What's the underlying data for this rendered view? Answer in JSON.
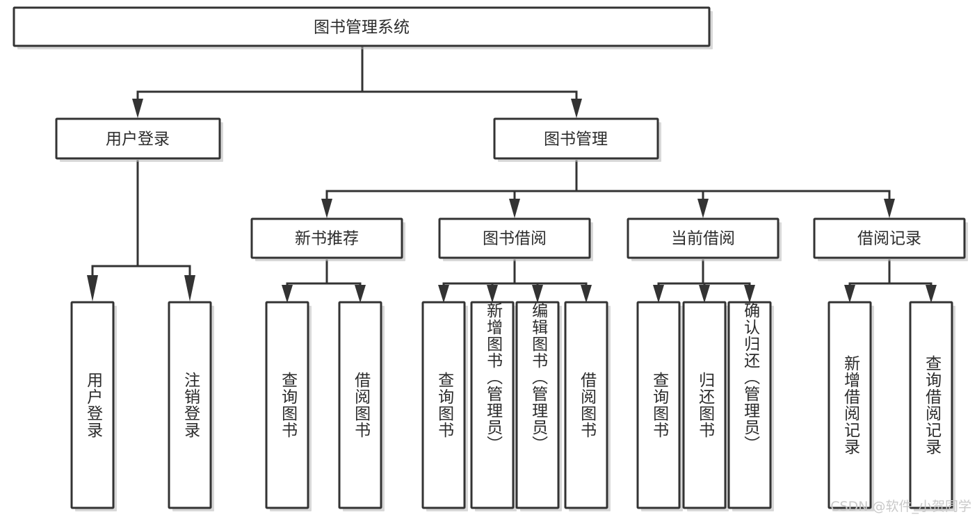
{
  "diagram": {
    "type": "tree",
    "title": "图书管理系统",
    "root": {
      "id": "root",
      "label": "图书管理系统"
    },
    "level2": [
      {
        "id": "user-login",
        "label": "用户登录"
      },
      {
        "id": "book-manage",
        "label": "图书管理"
      }
    ],
    "level3": [
      {
        "id": "new-book-recommend",
        "label": "新书推荐"
      },
      {
        "id": "book-borrow",
        "label": "图书借阅"
      },
      {
        "id": "current-borrow",
        "label": "当前借阅"
      },
      {
        "id": "borrow-record",
        "label": "借阅记录"
      }
    ],
    "leaves": {
      "user_login": [
        {
          "id": "leaf-user-login",
          "label": "用户登录"
        },
        {
          "id": "leaf-logout-login",
          "label": "注销登录"
        }
      ],
      "new_book_recommend": [
        {
          "id": "leaf-query-book-1",
          "label": "查询图书"
        },
        {
          "id": "leaf-borrow-book-1",
          "label": "借阅图书"
        }
      ],
      "book_borrow": [
        {
          "id": "leaf-query-book-2",
          "label": "查询图书"
        },
        {
          "id": "leaf-add-book",
          "label": "新增图书（管理员）"
        },
        {
          "id": "leaf-edit-book",
          "label": "编辑图书（管理员）"
        },
        {
          "id": "leaf-borrow-book-2",
          "label": "借阅图书"
        }
      ],
      "current_borrow": [
        {
          "id": "leaf-query-book-3",
          "label": "查询图书"
        },
        {
          "id": "leaf-return-book",
          "label": "归还图书"
        },
        {
          "id": "leaf-confirm-return",
          "label": "确认归还（管理员）"
        }
      ],
      "borrow_record": [
        {
          "id": "leaf-add-record",
          "label": "新增借阅记录"
        },
        {
          "id": "leaf-query-record",
          "label": "查询借阅记录"
        }
      ]
    },
    "edges": [
      {
        "from": "root",
        "to": "user-login"
      },
      {
        "from": "root",
        "to": "book-manage"
      },
      {
        "from": "user-login",
        "to": "leaf-user-login"
      },
      {
        "from": "user-login",
        "to": "leaf-logout-login"
      },
      {
        "from": "book-manage",
        "to": "new-book-recommend"
      },
      {
        "from": "book-manage",
        "to": "book-borrow"
      },
      {
        "from": "book-manage",
        "to": "current-borrow"
      },
      {
        "from": "book-manage",
        "to": "borrow-record"
      },
      {
        "from": "new-book-recommend",
        "to": "leaf-query-book-1"
      },
      {
        "from": "new-book-recommend",
        "to": "leaf-borrow-book-1"
      },
      {
        "from": "book-borrow",
        "to": "leaf-query-book-2"
      },
      {
        "from": "book-borrow",
        "to": "leaf-add-book"
      },
      {
        "from": "book-borrow",
        "to": "leaf-edit-book"
      },
      {
        "from": "book-borrow",
        "to": "leaf-borrow-book-2"
      },
      {
        "from": "current-borrow",
        "to": "leaf-query-book-3"
      },
      {
        "from": "current-borrow",
        "to": "leaf-return-book"
      },
      {
        "from": "current-borrow",
        "to": "leaf-confirm-return"
      },
      {
        "from": "borrow-record",
        "to": "leaf-add-record"
      },
      {
        "from": "borrow-record",
        "to": "leaf-query-record"
      }
    ],
    "colors": {
      "box_fill": "#ffffff",
      "box_stroke": "#333333",
      "text": "#2b2b2b",
      "background": "#ffffff",
      "watermark": "#c9c9c9"
    }
  },
  "watermark": {
    "text": "CSDN @软件_小贺同学"
  }
}
